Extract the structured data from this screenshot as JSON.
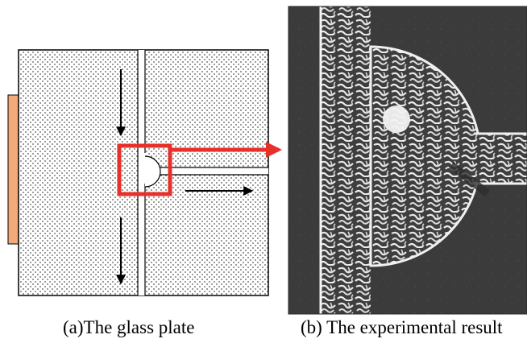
{
  "figure": {
    "captions": {
      "a": "(a)The glass plate",
      "b": "(b) The experimental result"
    }
  },
  "colors": {
    "highlight": "#e8302a",
    "heater": "#f2aa78",
    "plate_dots": "#555555",
    "photo_background": "#3a3a3a",
    "pattern_light": "#e8e8e8"
  },
  "icons": {
    "arrow": "arrowhead",
    "highlight": "red-square"
  }
}
